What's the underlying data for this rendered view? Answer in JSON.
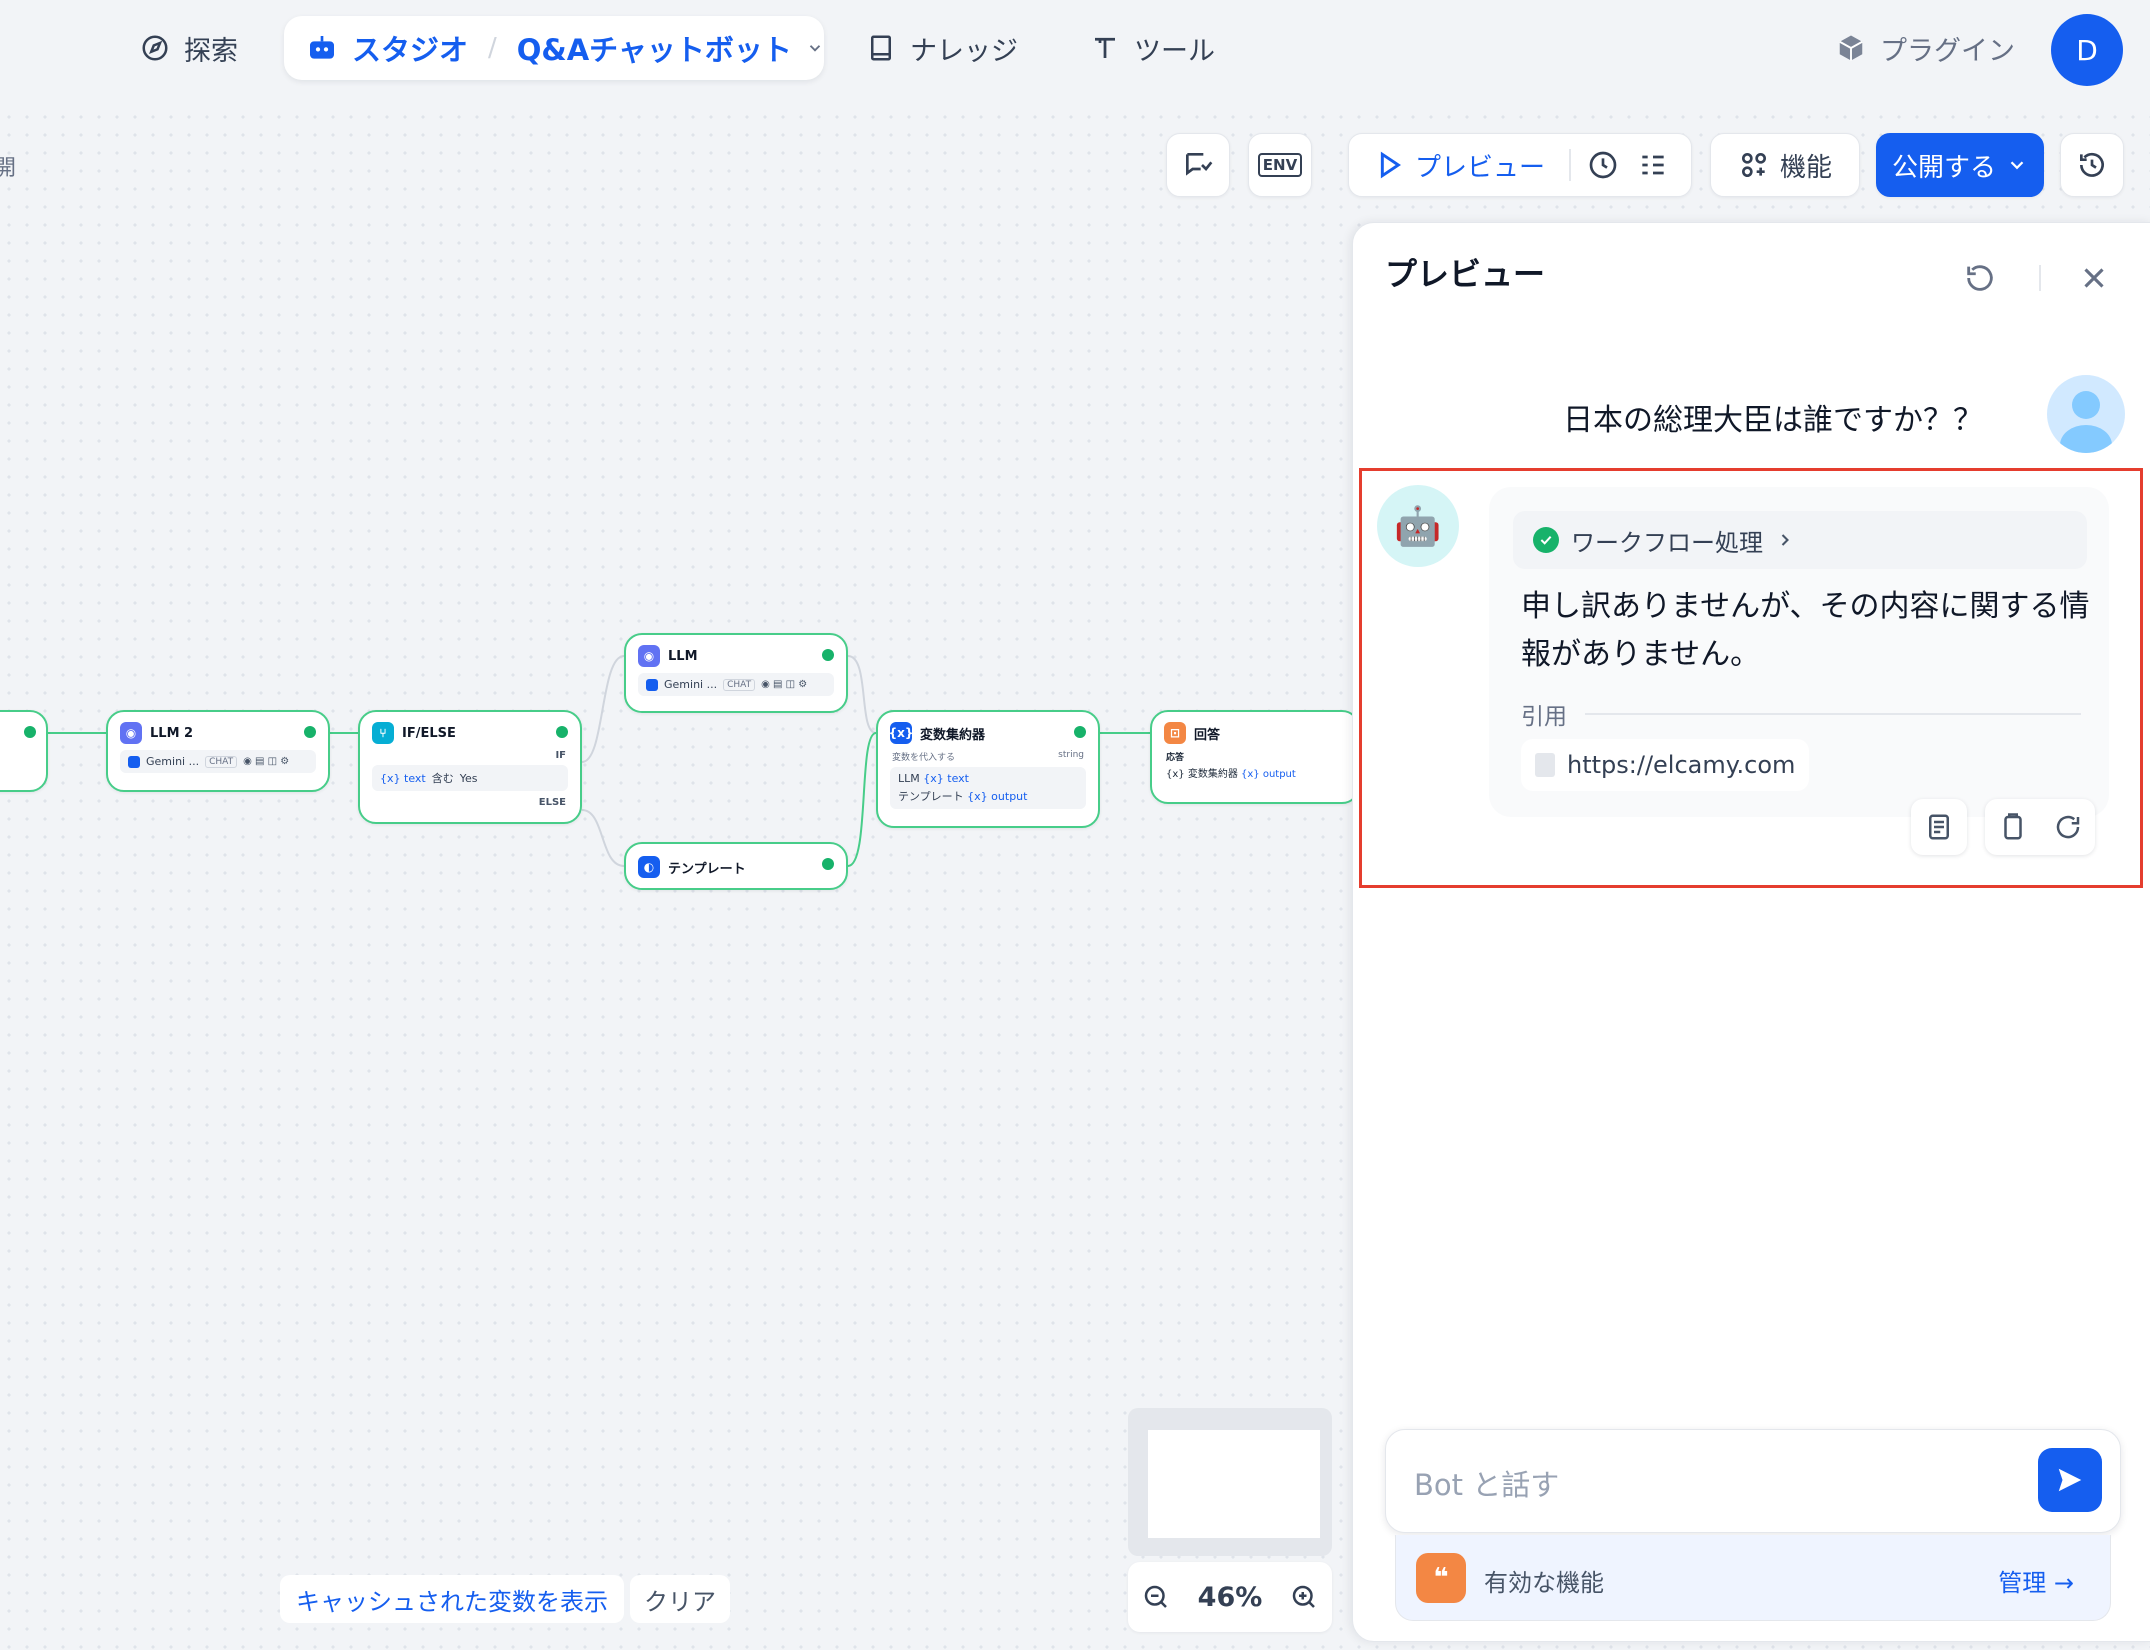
{
  "nav": {
    "explore": "探索",
    "studio": "スタジオ",
    "app_name": "Q&Aチャットボット",
    "knowledge": "ナレッジ",
    "tools": "ツール",
    "plugins": "プラグイン",
    "user_initial": "D"
  },
  "canvas": {
    "left_fragment": "開",
    "toolbar": {
      "env": "ENV",
      "preview": "プレビュー",
      "features": "機能",
      "publish": "公開する"
    },
    "nodes": {
      "llm2": {
        "title": "LLM 2",
        "model": "Gemini ...",
        "tag": "CHAT"
      },
      "ifelse": {
        "title": "IF/ELSE",
        "if": "IF",
        "else": "ELSE",
        "cond_var": "{x} text",
        "cond_op": "含む",
        "cond_val": "Yes"
      },
      "llm": {
        "title": "LLM",
        "model": "Gemini ...",
        "tag": "CHAT"
      },
      "template": {
        "title": "テンプレート"
      },
      "aggregator": {
        "title": "変数集約器",
        "assign": "変数を代入する",
        "type": "string",
        "r1_src": "LLM",
        "r1_var": "{x} text",
        "r2_src": "テンプレート",
        "r2_var": "{x} output"
      },
      "answer": {
        "title": "回答",
        "label": "応答",
        "src": "{x} 変数集約器",
        "var": "{x} output"
      }
    },
    "zoom": "46%",
    "show_cache": "キャッシュされた変数を表示",
    "clear": "クリア"
  },
  "preview": {
    "title": "プレビュー",
    "user_message": "日本の総理大臣は誰ですか？？",
    "workflow_label": "ワークフロー処理",
    "answer": "申し訳ありませんが、その内容に関する情報がありません。",
    "citation_label": "引用",
    "citation_url": "https://elcamy.com",
    "input_placeholder": "Bot と話す",
    "features_label": "有効な機能",
    "manage": "管理 →"
  },
  "colors": {
    "accent": "#155eef",
    "success": "#17b26a",
    "highlight": "#e53d2e",
    "node_border": "#47cd89"
  }
}
